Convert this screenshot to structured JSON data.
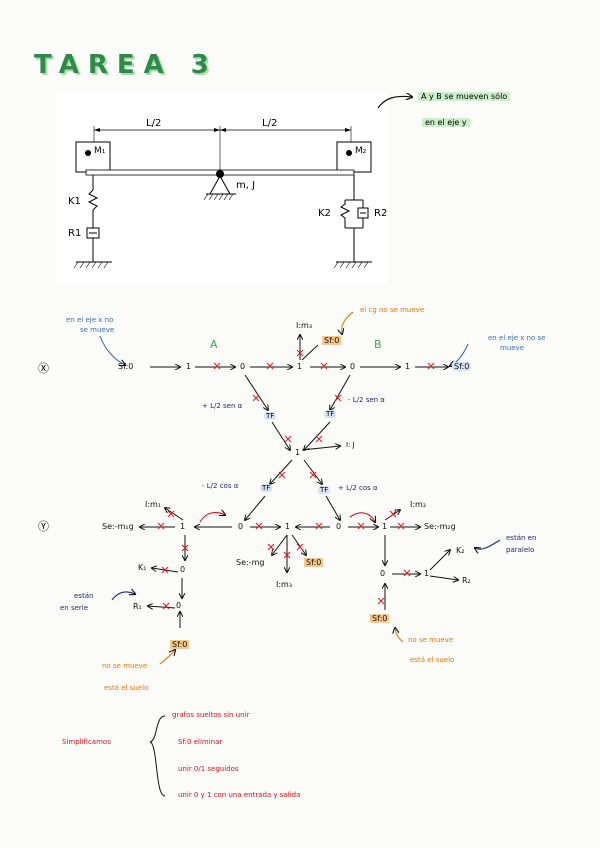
{
  "title": "TAREA 3",
  "figure": {
    "dim_left": "L/2",
    "dim_right": "L/2",
    "mass1": "M₁",
    "mass2": "M₂",
    "pivot": "m, J",
    "k1": "K1",
    "r1": "R1",
    "k2": "K2",
    "r2": "R2"
  },
  "note_top": {
    "line1": "A y B se mueven sólo",
    "line2": "en el eje y"
  },
  "x_section": {
    "label": "Ⓧ",
    "note_left": [
      "en el eje x no",
      "se mueve"
    ],
    "note_center": "el cg no se mueve",
    "note_right": [
      "en el eje x no se",
      "mueve"
    ],
    "node_A": "A",
    "node_B": "B",
    "sf_left": "Sf:0",
    "sf_right": "Sf:0",
    "sf_center": "Sf:0",
    "i_top": "I:m₃",
    "one_a": "1",
    "zero_a": "0",
    "one_c": "1",
    "zero_b": "0",
    "one_b": "1",
    "tf_left_gain": "+ L/2 sen α",
    "tf_right_gain": "- L/2 sen α",
    "tf_left": "TF",
    "tf_right": "TF",
    "one_mid": "1",
    "i_j": "I: J"
  },
  "y_section": {
    "label": "Ⓨ",
    "tf_left_gain": "- L/2 cos α",
    "tf_right_gain": "+ L/2 cos α",
    "tf_left": "TF",
    "tf_right": "TF",
    "i_m1": "I:m₁",
    "i_m2": "I:m₂",
    "se_left": "Se:-m₁g",
    "se_right": "Se:-m₂g",
    "se_center": "Se:-mg",
    "i_m": "I:m₃",
    "sf_center": "Sf:0",
    "one_left": "1",
    "zero_left": "0",
    "one_center": "1",
    "zero_right": "0",
    "one_right": "1",
    "k1": "K₁",
    "r1": "R₁",
    "zero_k1": "0",
    "zero_r1": "0",
    "sf_left": "Sf:0",
    "zero_low_right": "0",
    "one_low_right": "1",
    "k2": "K₂",
    "r2": "R₂",
    "sf_right": "Sf:0",
    "note_series": [
      "están",
      "en serie"
    ],
    "note_parallel": [
      "están en",
      "paralelo"
    ],
    "note_left": [
      "no se mueve",
      "está el suelo"
    ],
    "note_right": [
      "no se mueve",
      "está el suelo"
    ]
  },
  "simplify": {
    "label": "Simplificamos",
    "items": [
      "grafos sueltos sin unir",
      "Sf:0 eliminar",
      "unir 0/1 seguidos",
      "unir 0 y 1 con una entrada y salida"
    ]
  },
  "colors": {
    "title": "#2f8a49",
    "orange": "#e07a10",
    "blue": "#3b6fb3",
    "red": "#c8181e"
  }
}
